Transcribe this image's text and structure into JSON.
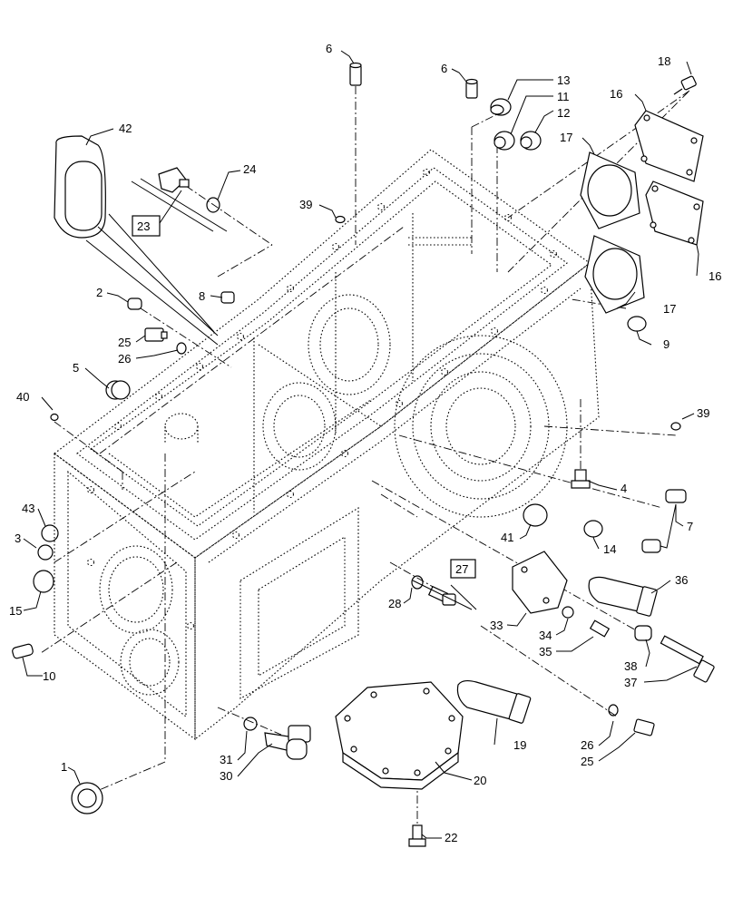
{
  "diagram": {
    "callouts": [
      "1",
      "2",
      "3",
      "4",
      "5",
      "6",
      "6",
      "7",
      "8",
      "9",
      "10",
      "11",
      "12",
      "13",
      "14",
      "15",
      "16",
      "16",
      "17",
      "17",
      "18",
      "19",
      "20",
      "22",
      "23",
      "24",
      "25",
      "25",
      "26",
      "26",
      "27",
      "28",
      "30",
      "31",
      "33",
      "34",
      "35",
      "36",
      "37",
      "38",
      "39",
      "39",
      "40",
      "41",
      "42",
      "43"
    ],
    "boxed_refs": [
      "23",
      "27"
    ]
  }
}
